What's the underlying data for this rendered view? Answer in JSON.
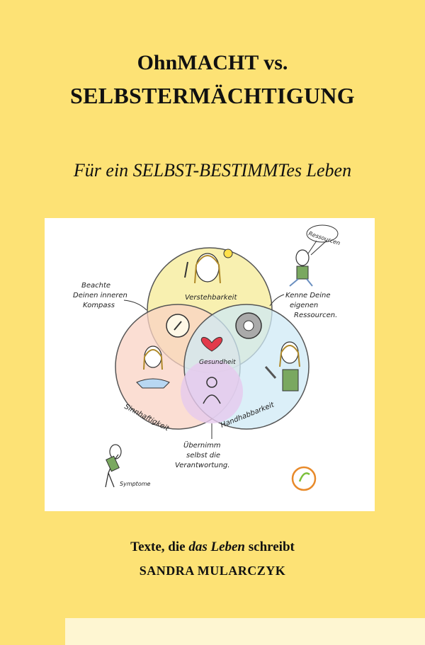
{
  "cover": {
    "title_line1": "OhnMACHT vs.",
    "title_line2": "SELBSTERMÄCHTIGUNG",
    "subtitle": "Für ein SELBST-BESTIMMTes Leben",
    "tagline_pre": "Texte, die ",
    "tagline_em": "das Leben",
    "tagline_post": " schreibt",
    "author": "SANDRA MULARCZYK"
  },
  "illustration": {
    "circle_top": "Verstehbarkeit",
    "circle_left": "Sinnhaftigkeit",
    "circle_right": "Handhabbarkeit",
    "center": "Gesundheit",
    "note_left": [
      "Beachte",
      "Deinen inneren",
      "Kompass"
    ],
    "note_right": [
      "Kenne Deine",
      "eigenen",
      "Ressourcen."
    ],
    "note_bottom": [
      "Übernimm",
      "selbst die",
      "Verantwortung."
    ],
    "balloon_label": "Ressourcen",
    "figure_label": "Symptome",
    "colors": {
      "top": "#f8f0b0",
      "left": "#f9d3c4",
      "right": "#cfeaf6",
      "center_bottom": "#e6c9ee",
      "logo": "#e88a2a"
    }
  }
}
